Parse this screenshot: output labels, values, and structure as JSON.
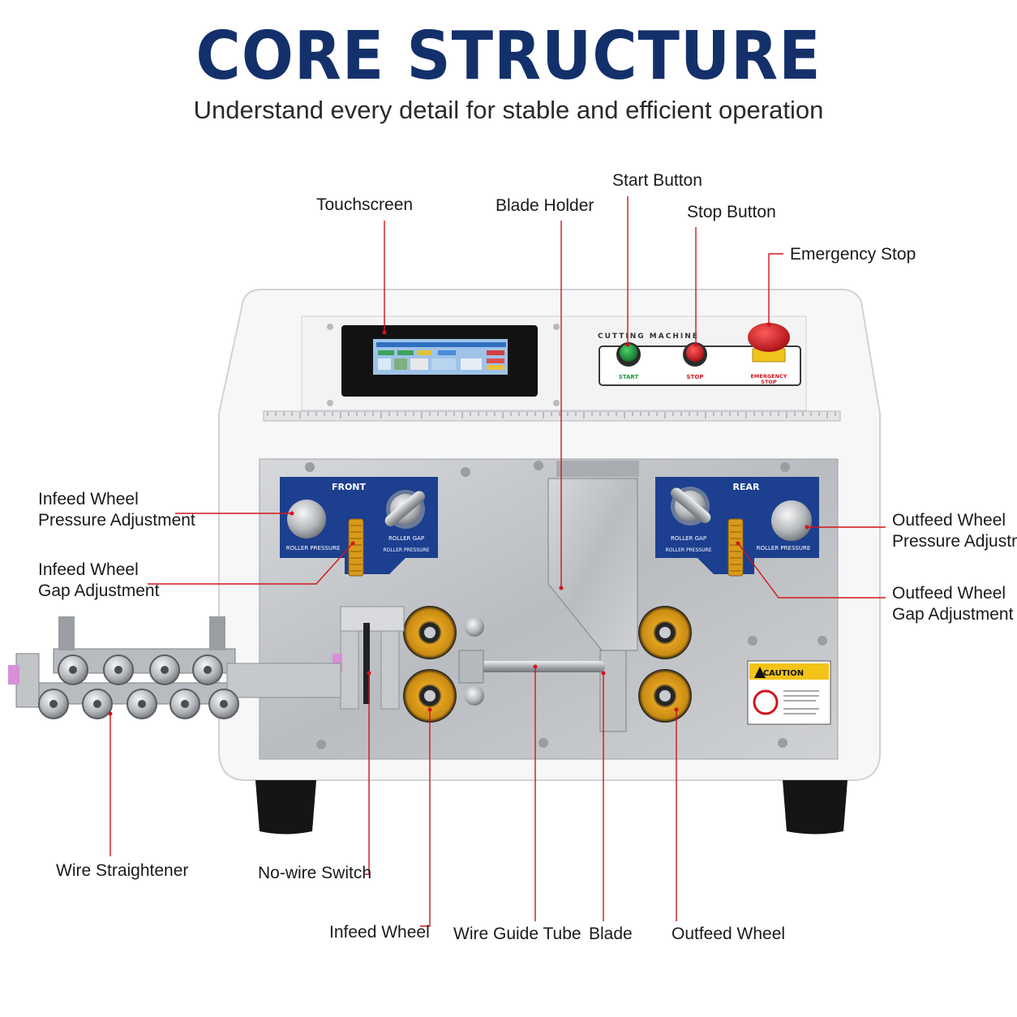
{
  "header": {
    "title": "CORE STRUCTURE",
    "subtitle": "Understand every detail for stable and efficient operation"
  },
  "machine": {
    "panel_title": "CUTTING MACHINE",
    "start_label": "START",
    "stop_label": "STOP",
    "emergency_label_1": "EMERGENCY",
    "emergency_label_2": "STOP",
    "front_label": "FRONT",
    "rear_label": "REAR",
    "roller_pressure_label": "ROLLER PRESSURE",
    "roller_gap_label": "ROLLER GAP",
    "caution_label": "CAUTION",
    "colors": {
      "start": "#1e9a3c",
      "stop": "#d0161c",
      "panel_blue": "#1c3f8f",
      "wheel_gold": "#d99a1a"
    }
  },
  "callouts": {
    "touchscreen": "Touchscreen",
    "blade_holder": "Blade Holder",
    "start_button": "Start Button",
    "stop_button": "Stop Button",
    "emergency_stop": "Emergency Stop",
    "infeed_pressure_1": "Infeed Wheel",
    "infeed_pressure_2": "Pressure Adjustment",
    "infeed_gap_1": "Infeed Wheel",
    "infeed_gap_2": "Gap Adjustment",
    "outfeed_pressure_1": "Outfeed Wheel",
    "outfeed_pressure_2": "Pressure Adjustment",
    "outfeed_gap_1": "Outfeed Wheel",
    "outfeed_gap_2": "Gap Adjustment",
    "wire_straightener": "Wire Straightener",
    "no_wire_switch": "No-wire Switch",
    "infeed_wheel": "Infeed Wheel",
    "wire_guide_tube": "Wire Guide Tube",
    "blade": "Blade",
    "outfeed_wheel": "Outfeed Wheel"
  }
}
